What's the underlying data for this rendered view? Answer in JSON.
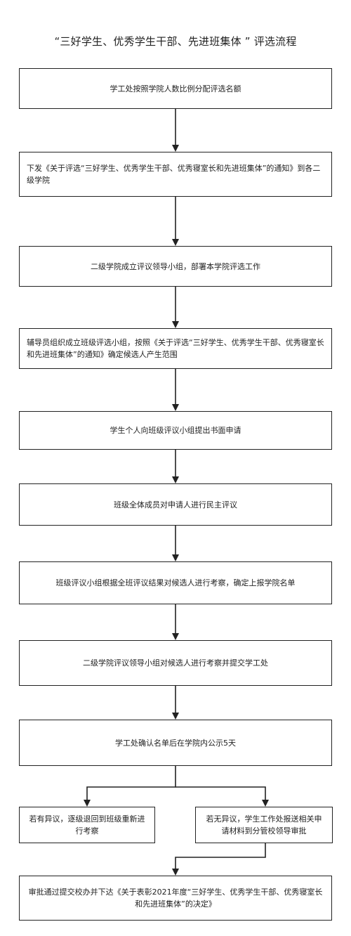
{
  "title": "“三好学生、优秀学生干部、先进班集体 ” 评选流程",
  "steps": [
    "学工处按照学院人数比例分配评选名额",
    "下发《关于评选“三好学生、优秀学生干部、优秀寝室长和先进班集体”的通知》到各二级学院",
    "二级学院成立评议领导小组，部署本学院评选工作",
    "辅导员组织成立班级评选小组，按照《关于评选“三好学生、优秀学生干部、优秀寝室长和先进班集体”的通知》确定候选人产生范围",
    "学生个人向班级评议小组提出书面申请",
    "班级全体成员对申请人进行民主评议",
    "班级评议小组根据全班评议结果对候选人进行考察，确定上报学院名单",
    "二级学院评议领导小组对候选人进行考察并提交学工处",
    "学工处确认名单后在学院内公示5天"
  ],
  "branches": {
    "objection": "若有异议，逐级退回到班级重新进行考察",
    "no_objection": "若无异议，学生工作处报送相关申请材料到分管校领导审批"
  },
  "final": "审批通过提交校办并下达《关于表彰2021年度“三好学生、优秀学生干部、优秀寝室长和先进班集体”的决定》"
}
